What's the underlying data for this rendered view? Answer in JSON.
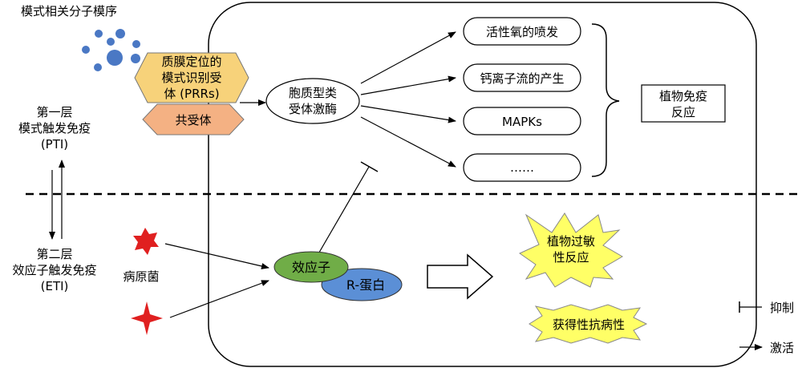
{
  "title": "模式相关分子模序",
  "left": {
    "pti_line1": "第一层",
    "pti_line2": "模式触发免疫",
    "pti_line3": "(PTI)",
    "eti_line1": "第二层",
    "eti_line2": "效应子触发免疫",
    "eti_line3": "(ETI)",
    "pathogen": "病原菌"
  },
  "prr": {
    "line1": "质膜定位的",
    "line2": "模式识别受",
    "line3": "体 (PRRs)"
  },
  "coreceptor": "共受体",
  "kinase": {
    "line1": "胞质型类",
    "line2": "受体激酶"
  },
  "outputs": [
    "活性氧的喷发",
    "钙离子流的产生",
    "MAPKs",
    "……"
  ],
  "immune_response": {
    "line1": "植物免疫",
    "line2": "反应"
  },
  "effector": "效应子",
  "r_protein": "R-蛋白",
  "hypersensitive": {
    "line1": "植物过敏",
    "line2": "性反应"
  },
  "resistance": "获得性抗病性",
  "legend": {
    "inhibit": "抑制",
    "activate": "激活"
  },
  "colors": {
    "molecule_blue": "#4a78c4",
    "prr_yellow": "#f7d27a",
    "coreceptor_orange": "#f4b183",
    "effector_green": "#70ad47",
    "r_protein_blue": "#5b8fd6",
    "star_red": "#e02020",
    "burst_yellow": "#ffff66"
  }
}
